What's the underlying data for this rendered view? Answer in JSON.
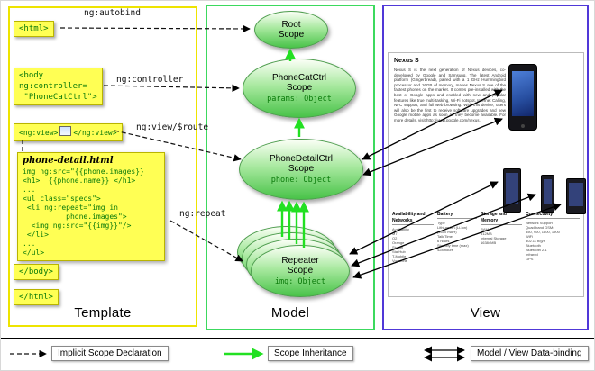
{
  "template_panel": {
    "label": "Template",
    "boxes": {
      "html_open": "<html>",
      "body_open": "<body\nng:controller=\n \"PhoneCatCtrl\">",
      "ngview_open": "<ng:view>",
      "ngview_close": "</ng:view>",
      "body_close": "</body>",
      "html_close": "</html>"
    },
    "detail_box": {
      "title": "phone-detail.html",
      "code": "img ng:src=\"{{phone.images}}\n<h1>  {{phone.name}} </h1>\n...\n<ul class=\"specs\">\n <li ng:repeat=\"img in\n          phone.images\">\n  <img ng:src=\"{{img}}\"/>\n </li>\n...\n</ul>"
    },
    "arrow_labels": {
      "autobind": "ng:autobind",
      "controller": "ng:controller",
      "view_route": "ng:view/$route",
      "repeat": "ng:repeat"
    }
  },
  "model_panel": {
    "label": "Model",
    "scopes": [
      {
        "name": "Root Scope",
        "detail": ""
      },
      {
        "name": "PhoneCatCtrl Scope",
        "detail": "params: Object"
      },
      {
        "name": "PhoneDetailCtrl Scope",
        "detail": "phone: Object"
      },
      {
        "name": "Repeater Scope",
        "detail": "img: Object"
      }
    ]
  },
  "view_panel": {
    "label": "View",
    "page": {
      "title": "Nexus S",
      "description": "Nexus S is the next generation of Nexus devices, co-developed by Google and Samsung. The latest Android platform (Gingerbread), paired with a 1 GHz Hummingbird processor and 16GB of memory, makes Nexus S one of the fastest phones on the market. It comes pre-installed with the best of Google apps and enabled with new and popular features like true multi-tasking, Wi-Fi hotspot, Internet Calling, NFC support, and full web browsing. With this device, users will also be the first to receive software upgrades and new Google mobile apps as soon as they become available. For more details, visit http://www.google.com/nexus.",
      "specs": [
        {
          "title": "Availability and Networks",
          "body": "Availability\nM7\nO2\nOrange\nSingtel\nStarHub\nT-Mobile\nVodafone"
        },
        {
          "title": "Battery",
          "body": "Type\nLithium Ion (Li-Ion)\n(1500 mAH)\nTalk Time\n6 hours\nStandby time (max)\n428 hours"
        },
        {
          "title": "Storage and Memory",
          "body": "RAM\n512MB\nInternal Storage\n16384MB"
        },
        {
          "title": "Connectivity",
          "body": "Network Support\nQuad-band GSM:\n850, 900, 1800, 1900\nWiFi\n802.11 b/g/n\nBluetooth\nBluetooth 2.1\nInfrared\nGPS"
        }
      ]
    }
  },
  "legend": {
    "implicit": "Implicit Scope Declaration",
    "inheritance": "Scope Inheritance",
    "databinding": "Model / View Data-binding"
  },
  "colors": {
    "template_border": "#eee400",
    "model_border": "#3cd95e",
    "view_border": "#5038d8",
    "scope_fill": "#49c349",
    "code_box_fill": "#ffff54",
    "code_text": "#0a7a0a",
    "inheritance_arrow": "#22e022",
    "implicit_arrow": "#111111",
    "databinding_arrow": "#000000"
  }
}
